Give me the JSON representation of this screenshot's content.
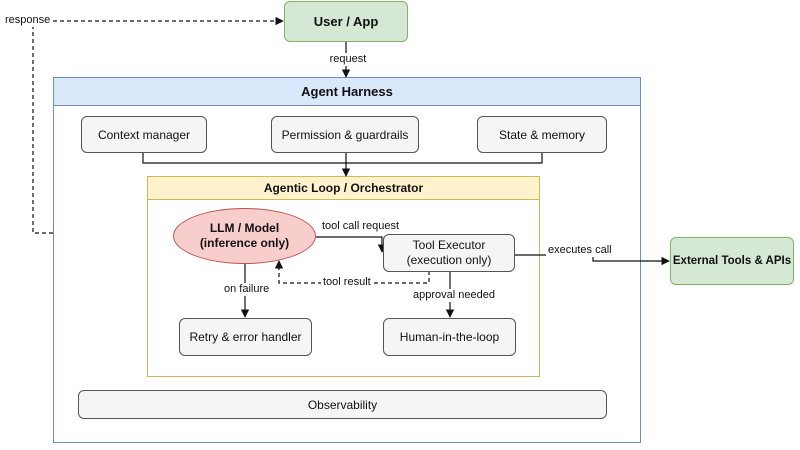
{
  "nodes": {
    "user_app": "User / App",
    "harness_title": "Agent Harness",
    "context_manager": "Context manager",
    "permission_guardrails": "Permission & guardrails",
    "state_memory": "State & memory",
    "loop_title": "Agentic Loop / Orchestrator",
    "llm_line1": "LLM / Model",
    "llm_line2": "(inference only)",
    "tool_executor_line1": "Tool Executor",
    "tool_executor_line2": "(execution only)",
    "retry_handler": "Retry & error handler",
    "human_in_loop": "Human-in-the-loop",
    "observability": "Observability",
    "external_tools": "External Tools & APIs"
  },
  "edges": {
    "response": "response",
    "request": "request",
    "tool_call_request": "tool call request",
    "tool_result": "tool result",
    "on_failure": "on failure",
    "approval_needed": "approval needed",
    "executes_call": "executes call"
  },
  "colors": {
    "green_fill": "#d5e8d4",
    "green_stroke": "#82b366",
    "blue_fill": "#dae8fc",
    "blue_stroke": "#6c8ebf",
    "yellow_fill": "#fff2cc",
    "yellow_stroke": "#d6b656",
    "red_fill": "#f8cecc",
    "red_stroke": "#b85450",
    "gray_fill": "#f5f5f5"
  }
}
